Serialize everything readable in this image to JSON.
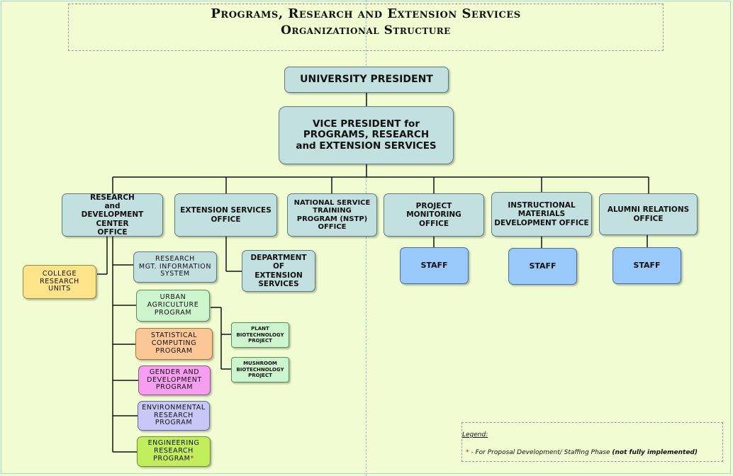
{
  "title": {
    "line1": "Programs, Research and Extension Services",
    "line2": "Organizational Structure"
  },
  "nodes": {
    "university_president": "UNIVERSITY  PRESIDENT",
    "vice_president": "VICE PRESIDENT for\nPROGRAMS, RESEARCH\nand EXTENSION SERVICES",
    "rd_center": "RESEARCH\nand\nDEVELOPMENT CENTER\nOFFICE",
    "extension_services": "EXTENSION SERVICES\nOFFICE",
    "nstp": "NATIONAL SERVICE\nTRAINING\nPROGRAM (NSTP)\nOFFICE",
    "project_monitoring": "PROJECT\nMONITORING\nOFFICE",
    "instructional_materials": "INSTRUCTIONAL\nMATERIALS\nDEVELOPMENT OFFICE",
    "alumni_relations": "ALUMNI RELATIONS\nOFFICE",
    "staff_label": "STAFF",
    "department_extension": "DEPARTMENT OF\nEXTENSION\nSERVICES",
    "college_research_units": "COLLEGE\nRESEARCH\nUNITS",
    "research_mis": "RESEARCH\nMGT. INFORMATION\nSYSTEM",
    "urban_agriculture": "URBAN\nAGRICULTURE\nPROGRAM",
    "statistical_computing": "STATISTICAL\nCOMPUTING\nPROGRAM",
    "gender_development": "GENDER AND\nDEVELOPMENT\nPROGRAM",
    "environmental_research": "ENVIRONMENTAL\nRESEARCH\nPROGRAM",
    "engineering_research": "ENGINEERING\nRESEARCH\nPROGRAM",
    "engineering_mark": "*",
    "plant_biotech": "PLANT\nBIOTECHNOLOGY\nPROJECT",
    "mushroom_biotech": "MUSHROOM\nBIOTECHNOLOGY\nPROJECT"
  },
  "legend": {
    "title": "Legend:",
    "marker": "*",
    "separator": " - ",
    "text": "For Proposal Development/ Staffing Phase ",
    "emphasis": "(not fully implemented)"
  },
  "colors": {
    "office": "#c3e0e1",
    "staff": "#99c9fa",
    "college": "#fde48a",
    "mis": "#c3e0e1",
    "urban": "#cdf5cd",
    "statistical": "#fcc797",
    "gender": "#f69ef0",
    "environmental": "#c8c8f8",
    "engineering": "#c2ee5e",
    "project": "#cdf5cd"
  }
}
